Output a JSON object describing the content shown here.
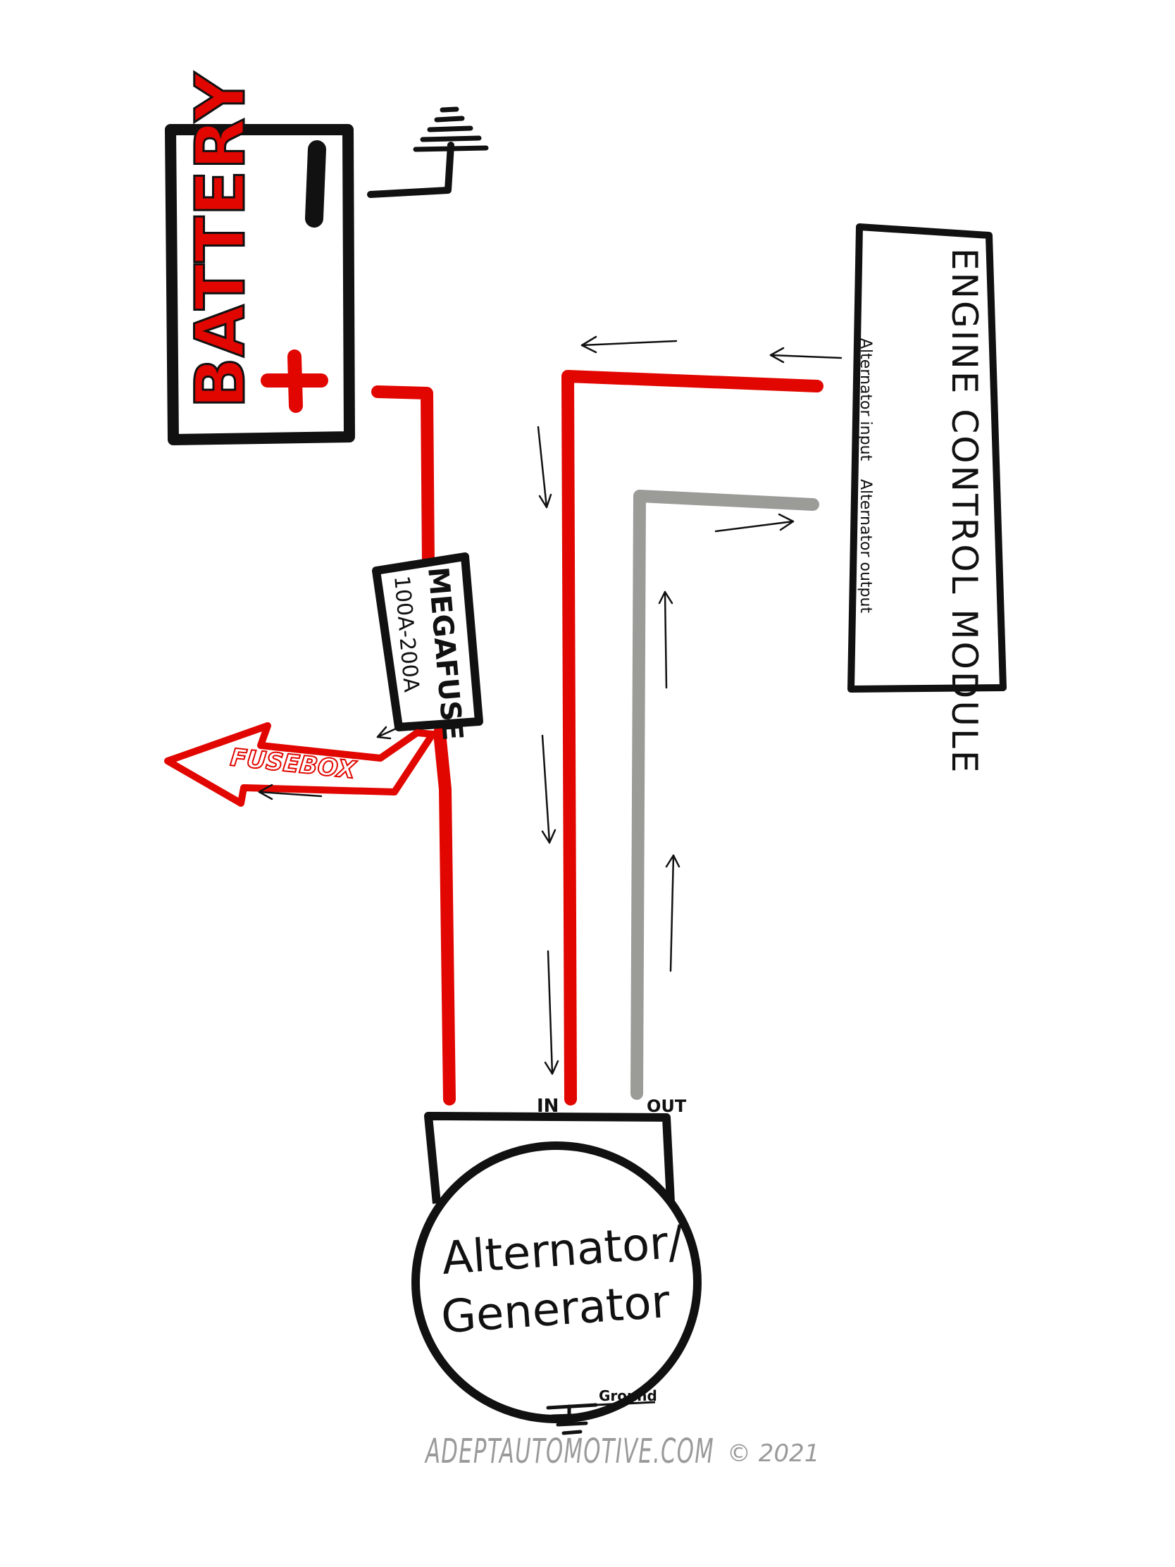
{
  "colors": {
    "ink": "#111111",
    "red": "#e10600",
    "gray": "#9b9b98",
    "watermark": "#9a9a9a"
  },
  "battery": {
    "label": "BATTERY",
    "negative": "-",
    "positive": "+"
  },
  "ecm": {
    "label": "ENGINE CONTROL MODULE",
    "input_label": "Alternator input",
    "output_label": "Alternator output"
  },
  "megafuse": {
    "label": "MEGAFUSE",
    "rating": "100A-200A"
  },
  "fusebox": {
    "label": "FUSEBOX"
  },
  "alternator": {
    "line1": "Alternator/",
    "line2": "Generator",
    "terminal_in": "IN",
    "terminal_out": "OUT",
    "ground_label": "Ground"
  },
  "watermark": {
    "text": "ADEPTAUTOMOTIVE.COM",
    "copyright": "© 2021"
  },
  "icons": [
    "ground-symbol-icon",
    "arrow-icon"
  ]
}
